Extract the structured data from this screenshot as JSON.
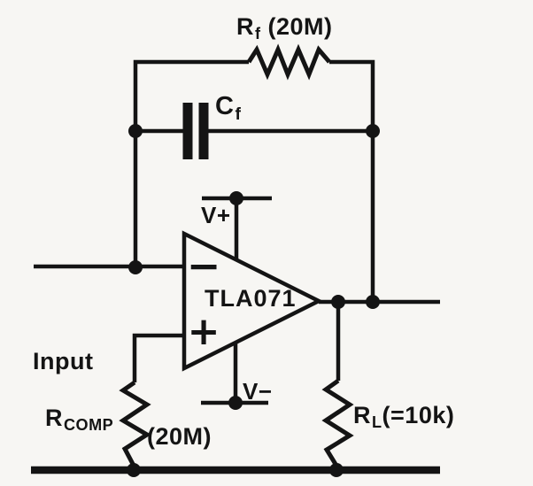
{
  "colors": {
    "ink": "#141414",
    "paper": "#f7f6f3"
  },
  "labels": {
    "rf": {
      "base": "R",
      "sub": "f",
      "value": "(20M)"
    },
    "cf": {
      "base": "C",
      "sub": "f"
    },
    "v_plus": "V+",
    "v_minus": "V−",
    "opamp": {
      "part": "TLA071",
      "inverting": "−",
      "noninverting": "+"
    },
    "input": "Input",
    "rcomp": {
      "base": "R",
      "sub": "COMP",
      "value": "(20M)"
    },
    "rl": {
      "base": "R",
      "sub": "L",
      "value": "(=10k)"
    }
  }
}
